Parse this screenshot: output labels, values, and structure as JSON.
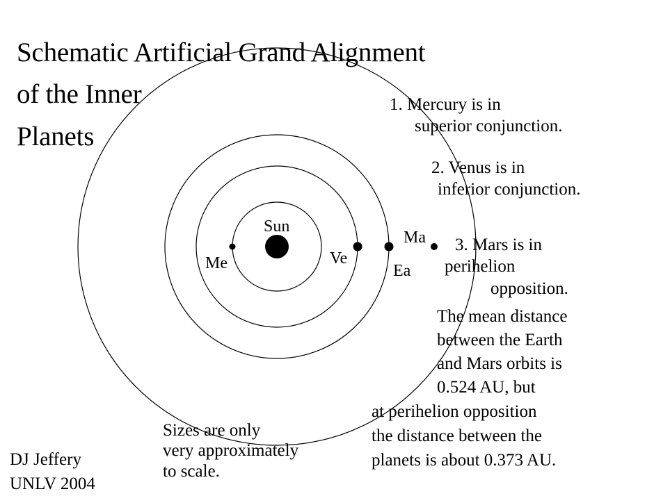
{
  "title": {
    "line1": "Schematic Artificial Grand Alignment",
    "line2": "of the Inner",
    "line3": "Planets"
  },
  "bodies": {
    "sun": "Sun",
    "mercury": "Me",
    "venus": "Ve",
    "earth": "Ea",
    "mars": "Ma"
  },
  "notes": {
    "mercury": {
      "line1": "1.  Mercury is in",
      "line2": "superior conjunction."
    },
    "venus": {
      "line1": "2.  Venus is in",
      "line2": "inferior conjunction."
    },
    "mars": {
      "line1": "3.  Mars is in",
      "line2": "perihelion",
      "line3": "opposition."
    },
    "distance": {
      "line1": "The mean distance",
      "line2": "between the Earth",
      "line3": "and Mars orbits is",
      "line4": "0.524 AU, but",
      "line5": "at perihelion opposition",
      "line6": "the distance between the",
      "line7": "planets is about 0.373 AU."
    },
    "scale": {
      "line1": "Sizes are only",
      "line2": "very approximately",
      "line3": "to scale."
    }
  },
  "credit": {
    "author": "DJ Jeffery",
    "affiliation": "UNLV 2004"
  },
  "colors": {
    "background": "#ffffff",
    "ink": "#000000"
  }
}
